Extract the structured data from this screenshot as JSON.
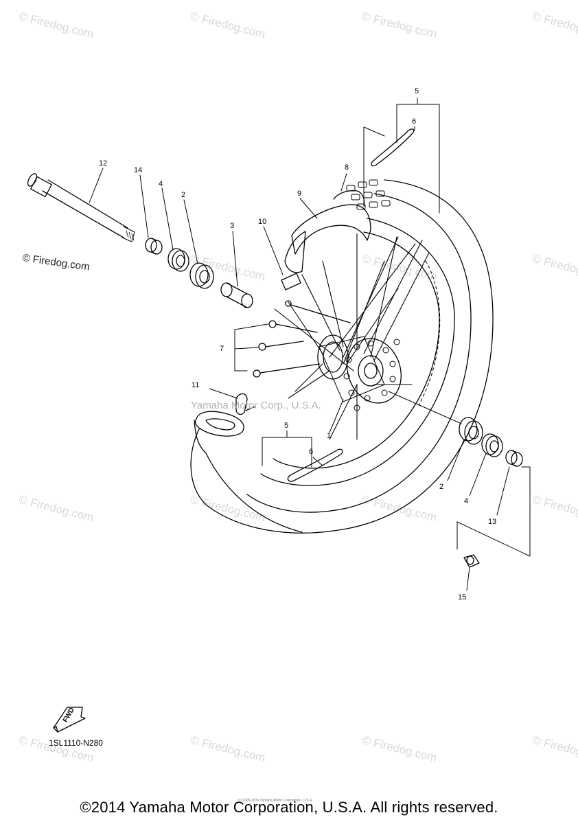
{
  "watermark": {
    "brand": "© Firedog.com",
    "center_text": "Yamaha Motor Corp., U.S.A."
  },
  "diagram_code": "1SL1110-N280",
  "fwd_label": "FWD",
  "copyright": "©2014 Yamaha Motor Corporation, U.S.A. All rights reserved.",
  "small_copyright": "(c) 2005-2015 Yamaha Motor Corporation, U.S.A.",
  "callouts": {
    "c1": "1",
    "c2a": "2",
    "c2b": "2",
    "c3": "3",
    "c4a": "4",
    "c4b": "4",
    "c5a": "5",
    "c5b": "5",
    "c6a": "6",
    "c6b": "6",
    "c7": "7",
    "c8": "8",
    "c9": "9",
    "c10": "10",
    "c11": "11",
    "c12": "12",
    "c13": "13",
    "c14": "14",
    "c15": "15"
  }
}
